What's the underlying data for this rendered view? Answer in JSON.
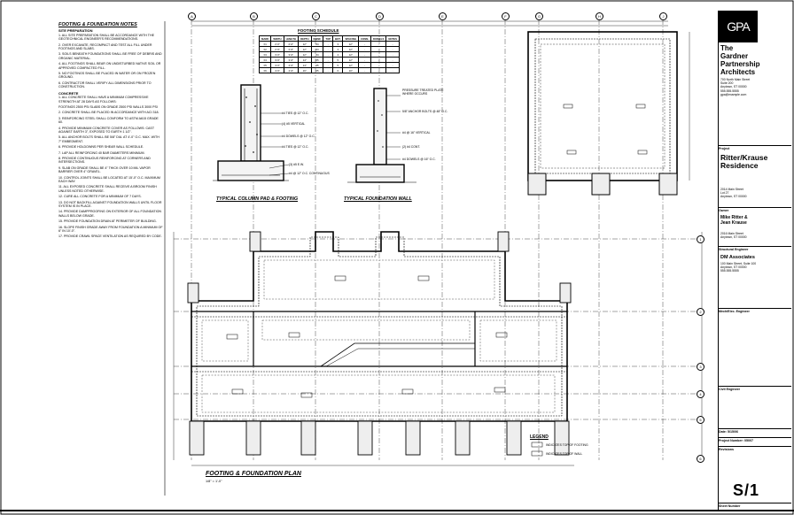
{
  "notes": {
    "title": "FOOTING & FOUNDATION NOTES",
    "sections": [
      {
        "heading": "SITE PREPARATION",
        "paragraphs": [
          "1. ALL SITE PREPARATION SHALL BE ACCORDANCE WITH THE GEOTECHNICAL ENGINEER'S RECOMMENDATIONS.",
          "2. OVER EXCAVATE, RECOMPACT AND TEST ALL FILL UNDER FOOTINGS AND SLABS.",
          "3. SOILS BENEATH FOUNDATIONS SHALL BE FREE OF DEBRIS AND ORGANIC MATERIAL.",
          "4. ALL FOOTINGS SHALL BEAR ON UNDISTURBED NATIVE SOIL OR APPROVED COMPACTED FILL.",
          "5. NO FOOTINGS SHALL BE PLACED IN WATER OR ON FROZEN GROUND.",
          "6. CONTRACTOR SHALL VERIFY ALL DIMENSIONS PRIOR TO CONSTRUCTION."
        ]
      },
      {
        "heading": "CONCRETE",
        "paragraphs": [
          "1. ALL CONCRETE SHALL HAVE A MINIMUM COMPRESSIVE STRENGTH AT 28 DAYS AS FOLLOWS:",
          "FOOTINGS 2500 PSI  SLABS ON GRADE 2500 PSI  WALLS 3000 PSI",
          "2. CONCRETE SHALL BE PLACED IN ACCORDANCE WITH ACI 318.",
          "3. REINFORCING STEEL SHALL CONFORM TO ASTM A615 GRADE 60.",
          "4. PROVIDE MINIMUM CONCRETE COVER AS FOLLOWS: CAST AGAINST EARTH 3\", EXPOSED TO EARTH 1 1/2\".",
          "5. ALL ANCHOR BOLTS SHALL BE 5/8\" DIA. AT 4'-0\" O.C. MAX. WITH 7\" EMBEDMENT.",
          "6. PROVIDE HOLDOWNS PER SHEAR WALL SCHEDULE.",
          "7. LAP ALL REINFORCING 40 BAR DIAMETERS MINIMUM.",
          "8. PROVIDE CONTINUOUS REINFORCING AT CORNERS AND INTERSECTIONS.",
          "9. SLAB ON GRADE SHALL BE 4\" THICK OVER 10 MIL VAPOR BARRIER OVER 4\" GRAVEL.",
          "10. CONTROL JOINTS SHALL BE LOCATED AT 15'-0\" O.C. MAXIMUM EACH WAY.",
          "11. ALL EXPOSED CONCRETE SHALL RECEIVE A BROOM FINISH UNLESS NOTED OTHERWISE.",
          "12. CURE ALL CONCRETE FOR A MINIMUM OF 7 DAYS.",
          "13. DO NOT BACKFILL AGAINST FOUNDATION WALLS UNTIL FLOOR SYSTEM IS IN PLACE.",
          "14. PROVIDE DAMPPROOFING ON EXTERIOR OF ALL FOUNDATION WALLS BELOW GRADE.",
          "15. PROVIDE FOUNDATION DRAIN AT PERIMETER OF BUILDING.",
          "16. SLOPE FINISH GRADE AWAY FROM FOUNDATION A MINIMUM OF 6\" IN 10'-0\".",
          "17. PROVIDE CRAWL SPACE VENTILATION AS REQUIRED BY CODE."
        ]
      }
    ]
  },
  "schedule": {
    "title": "FOOTING SCHEDULE",
    "headers": [
      "MARK",
      "WIDTH",
      "LENGTH",
      "DEPTH",
      "REINF.",
      "TOP",
      "BOT.",
      "SPACING",
      "CONN.",
      "DOWELS",
      "NOTES"
    ],
    "rows": [
      [
        "F1",
        "2'-0\"",
        "2'-0\"",
        "12\"",
        "#4",
        "-",
        "3",
        "12\"",
        "-",
        "-",
        "-"
      ],
      [
        "F2",
        "2'-6\"",
        "2'-6\"",
        "12\"",
        "#4",
        "-",
        "4",
        "12\"",
        "-",
        "-",
        "-"
      ],
      [
        "F3",
        "3'-0\"",
        "3'-0\"",
        "12\"",
        "#4",
        "-",
        "4",
        "12\"",
        "-",
        "-",
        "-"
      ],
      [
        "F4",
        "3'-6\"",
        "3'-6\"",
        "14\"",
        "#5",
        "-",
        "5",
        "12\"",
        "-",
        "-",
        "-"
      ],
      [
        "F5",
        "4'-0\"",
        "4'-0\"",
        "14\"",
        "#5",
        "-",
        "5",
        "12\"",
        "-",
        "-",
        "-"
      ],
      [
        "F6",
        "4'-6\"",
        "4'-6\"",
        "16\"",
        "#5",
        "-",
        "6",
        "10\"",
        "-",
        "-",
        "-"
      ]
    ]
  },
  "details": {
    "column_title": "TYPICAL COLUMN PAD & FOOTING",
    "wall_title": "TYPICAL FOUNDATION WALL",
    "column_labels": [
      "#4 TIES @ 12\" O.C.",
      "(4) #5 VERTICAL",
      "#4 DOWELS @ 12\" O.C.",
      "#4 TIES @ 12\" O.C.",
      "(3) #5 E.W.",
      "#4 @ 12\" O.C. CONTINUOUS"
    ],
    "wall_labels": [
      "PRESSURE TREATED PLATE WHERE OCCURS",
      "5/8\" ANCHOR BOLTS @ 48\" O.C.",
      "#4 @ 16\" VERTICAL",
      "(2) #4 CONT.",
      "#4 DOWELS @ 16\" O.C."
    ]
  },
  "plan": {
    "title": "FOOTING & FOUNDATION PLAN",
    "scale": "1/8\" = 1'-0\"",
    "grid_columns": [
      "A",
      "B",
      "C",
      "D",
      "E",
      "F",
      "G",
      "H",
      "J"
    ],
    "grid_rows": [
      "1",
      "2",
      "3",
      "4",
      "5",
      "6"
    ]
  },
  "legend": {
    "title": "LEGEND",
    "items": [
      "INDICATES TOP OF FOOTING",
      "INDICATES TOP OF WALL"
    ]
  },
  "titleblock": {
    "logo": "GPA",
    "firm": [
      "The",
      "Gardner",
      "Partnership",
      "Architects"
    ],
    "firm_address": [
      "700 North Main Street",
      "Suite 200",
      "Anytown, ST 00000",
      "555.555.5555",
      "gpa@example.com"
    ],
    "project_label": "Project",
    "project_name": [
      "Ritter/Krause",
      "Residence"
    ],
    "project_address": [
      "2014 Main Street",
      "Lot 27",
      "Anytown, ST 00000"
    ],
    "owner_label": "Owner",
    "owner_name": [
      "Mike Ritter &",
      "Jean Krause"
    ],
    "owner_address": [
      "2016 Main Street",
      "Anytown, ST 00000"
    ],
    "structural_label": "Structural Engineer",
    "structural_name": "DM Associates",
    "structural_address": [
      "100 Main Street, Suite 100",
      "Anytown, ST 00000",
      "555.555.5555"
    ],
    "mep_label": "Mech/Elec. Engineer",
    "civil_label": "Civil Engineer",
    "date_label": "Date: 5/15/06",
    "project_number": "Project Number: 05007",
    "revisions_label": "Revisions",
    "sheet_number": "S/1",
    "sheet_label": "Sheet Number"
  }
}
